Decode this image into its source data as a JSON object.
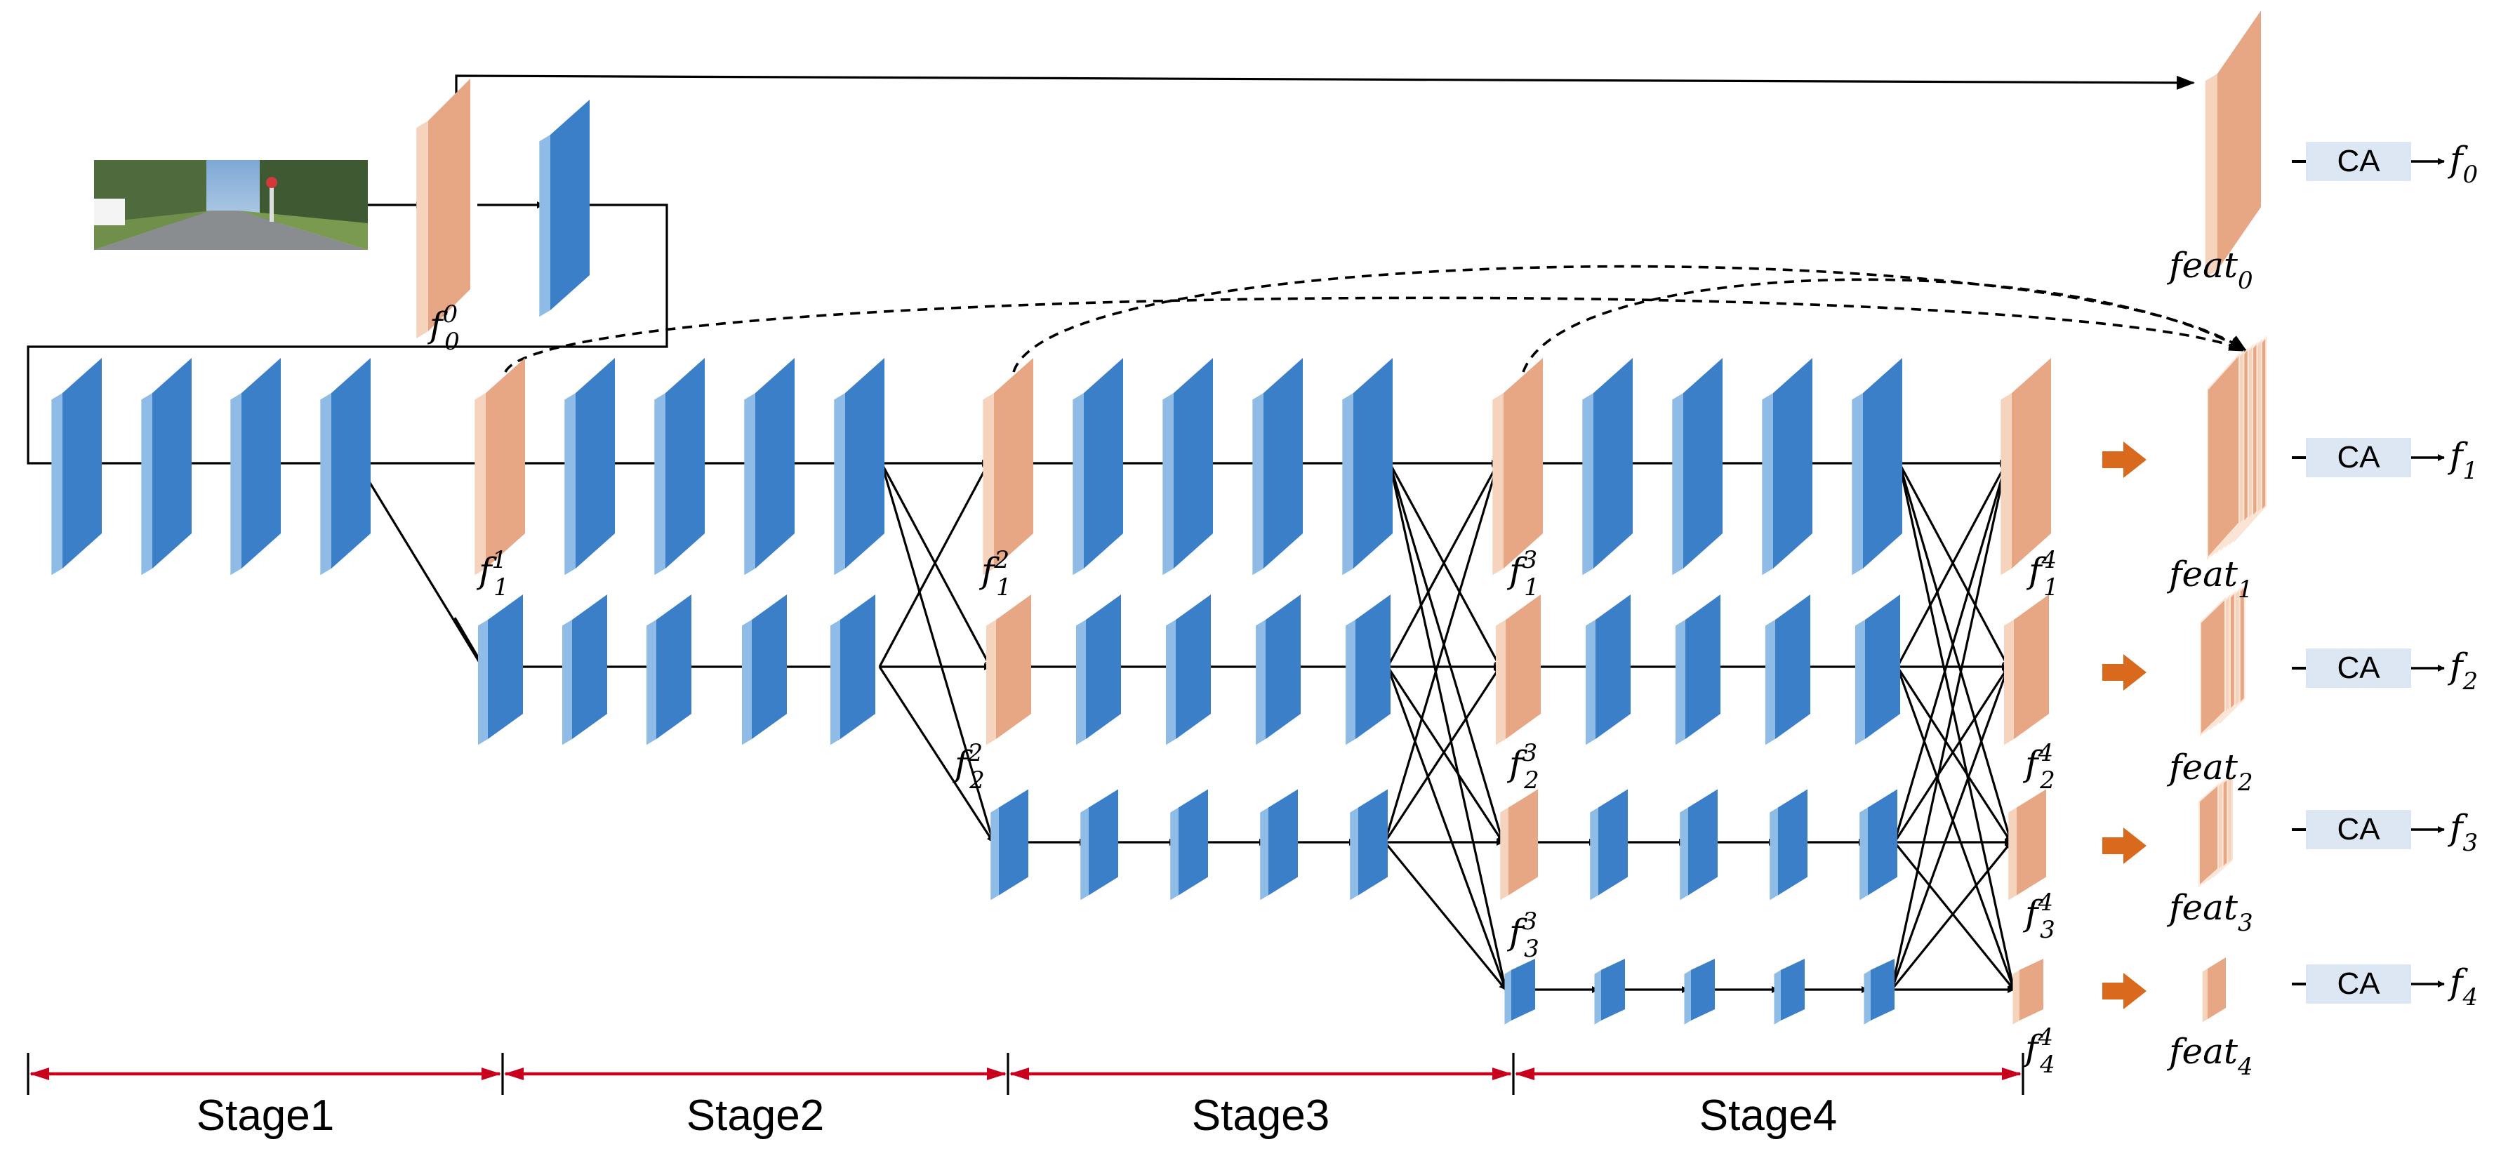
{
  "colors": {
    "blue_front": "#3a7fc8",
    "blue_side": "#8fbce6",
    "orange_front": "#e7a684",
    "orange_side": "#f6d3bd",
    "arrow": "#000000",
    "stage_bar": "#c8001e",
    "ca_box": "#dde6f3",
    "fat_arrow": "#d9691c"
  },
  "input_image": {
    "label": "street scene input image"
  },
  "features": {
    "f0_0": {
      "base": "f",
      "sub": "0",
      "sup": "0"
    },
    "f1_1": {
      "base": "f",
      "sub": "1",
      "sup": "1"
    },
    "f1_2": {
      "base": "f",
      "sub": "1",
      "sup": "2"
    },
    "f2_2": {
      "base": "f",
      "sub": "2",
      "sup": "2"
    },
    "f1_3": {
      "base": "f",
      "sub": "1",
      "sup": "3"
    },
    "f2_3": {
      "base": "f",
      "sub": "2",
      "sup": "3"
    },
    "f3_3": {
      "base": "f",
      "sub": "3",
      "sup": "3"
    },
    "f1_4": {
      "base": "f",
      "sub": "1",
      "sup": "4"
    },
    "f2_4": {
      "base": "f",
      "sub": "2",
      "sup": "4"
    },
    "f3_4": {
      "base": "f",
      "sub": "3",
      "sup": "4"
    },
    "f4_4": {
      "base": "f",
      "sub": "4",
      "sup": "4"
    }
  },
  "feats": [
    {
      "base": "feat",
      "sub": "0"
    },
    {
      "base": "feat",
      "sub": "1"
    },
    {
      "base": "feat",
      "sub": "2"
    },
    {
      "base": "feat",
      "sub": "3"
    },
    {
      "base": "feat",
      "sub": "4"
    }
  ],
  "ca_label": "CA",
  "outputs": [
    {
      "base": "f",
      "sub": "0"
    },
    {
      "base": "f",
      "sub": "1"
    },
    {
      "base": "f",
      "sub": "2"
    },
    {
      "base": "f",
      "sub": "3"
    },
    {
      "base": "f",
      "sub": "4"
    }
  ],
  "stages": [
    "Stage1",
    "Stage2",
    "Stage3",
    "Stage4"
  ]
}
